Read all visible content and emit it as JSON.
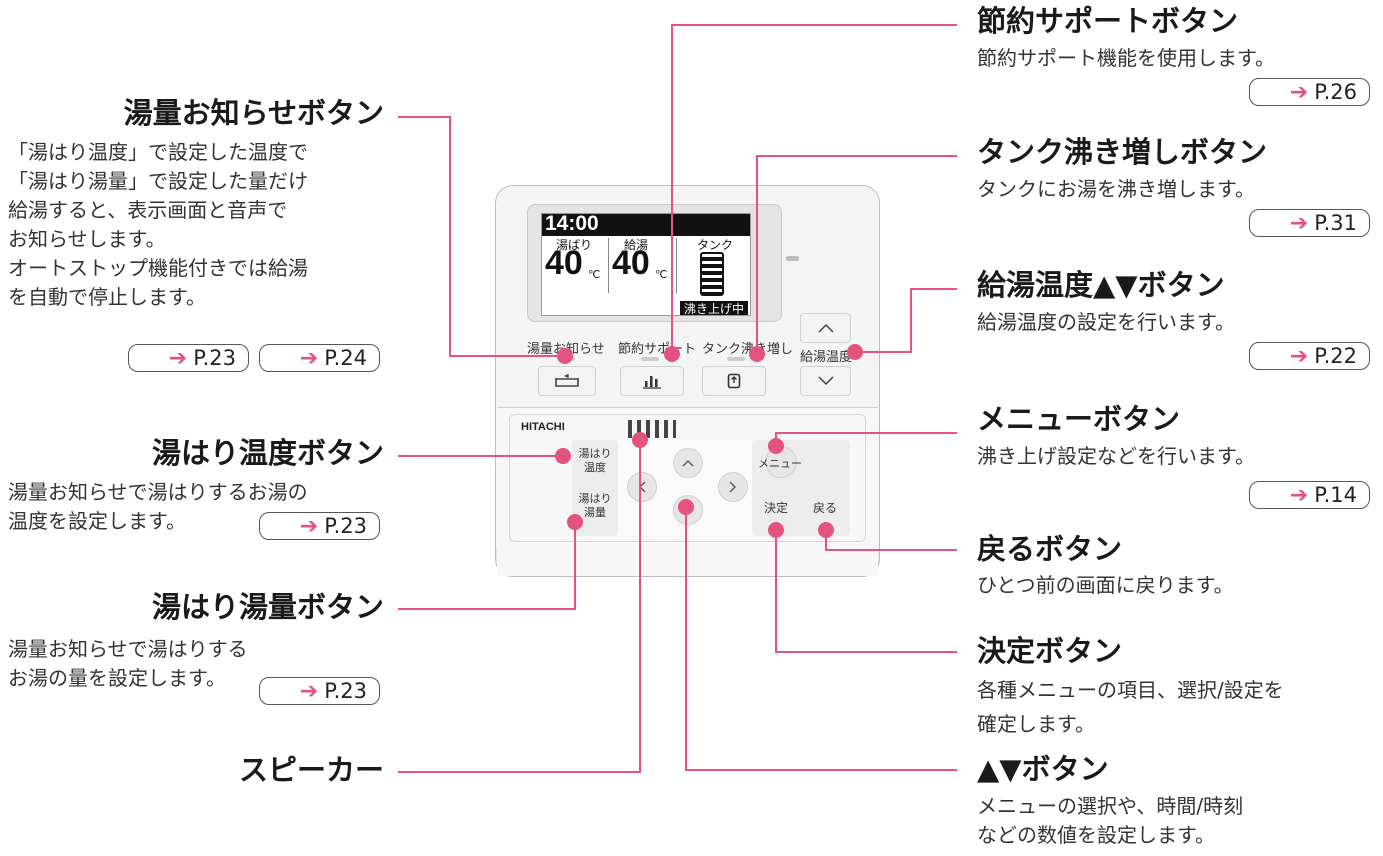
{
  "colors": {
    "accent": "#e4527e",
    "ref_arrow": "#e4527e"
  },
  "remote": {
    "brand": "HITACHI",
    "screen": {
      "time": "14:00",
      "col1_label": "湯ばり",
      "col1_value": "40",
      "col2_label": "給湯",
      "col2_value": "40",
      "unit": "℃",
      "col3_label": "タンク",
      "status": "沸き上げ中"
    },
    "labels": {
      "notify": "湯量お知らせ",
      "eco": "節約サポート",
      "tank": "タンク沸き増し",
      "temp": "給湯温度",
      "bath_temp": "湯はり\n温度",
      "bath_vol": "湯はり\n湯量",
      "menu": "メニュー",
      "ok": "決定",
      "back": "戻る"
    }
  },
  "callouts": {
    "notify": {
      "title": "湯量お知らせボタン",
      "desc": [
        "「湯はり温度」で設定した温度で",
        "「湯はり湯量」で設定した量だけ",
        "給湯すると、表示画面と音声で",
        "お知らせします。",
        "オートストップ機能付きでは給湯",
        "を自動で停止します。"
      ],
      "refs": [
        "P.23",
        "P.24"
      ]
    },
    "bath_temp": {
      "title": "湯はり温度ボタン",
      "desc": [
        "湯量お知らせで湯はりするお湯の",
        "温度を設定します。"
      ],
      "refs": [
        "P.23"
      ]
    },
    "bath_vol": {
      "title": "湯はり湯量ボタン",
      "desc": [
        "湯量お知らせで湯はりする",
        "お湯の量を設定します。"
      ],
      "refs": [
        "P.23"
      ]
    },
    "speaker": {
      "title": "スピーカー"
    },
    "eco": {
      "title": "節約サポートボタン",
      "desc": [
        "節約サポート機能を使用します。"
      ],
      "refs": [
        "P.26"
      ]
    },
    "tank": {
      "title": "タンク沸き増しボタン",
      "desc": [
        "タンクにお湯を沸き増します。"
      ],
      "refs": [
        "P.31"
      ]
    },
    "temp": {
      "title": "給湯温度▲▼ボタン",
      "desc": [
        "給湯温度の設定を行います。"
      ],
      "refs": [
        "P.22"
      ]
    },
    "menu": {
      "title": "メニューボタン",
      "desc": [
        "沸き上げ設定などを行います。"
      ],
      "refs": [
        "P.14"
      ]
    },
    "back": {
      "title": "戻るボタン",
      "desc": [
        "ひとつ前の画面に戻ります。"
      ]
    },
    "ok": {
      "title": "決定ボタン",
      "desc": [
        "各種メニューの項目、選択/設定を",
        "確定します。"
      ]
    },
    "updown": {
      "title": "▲▼ボタン",
      "desc": [
        "メニューの選択や、時間/時刻",
        "などの数値を設定します。"
      ]
    }
  }
}
